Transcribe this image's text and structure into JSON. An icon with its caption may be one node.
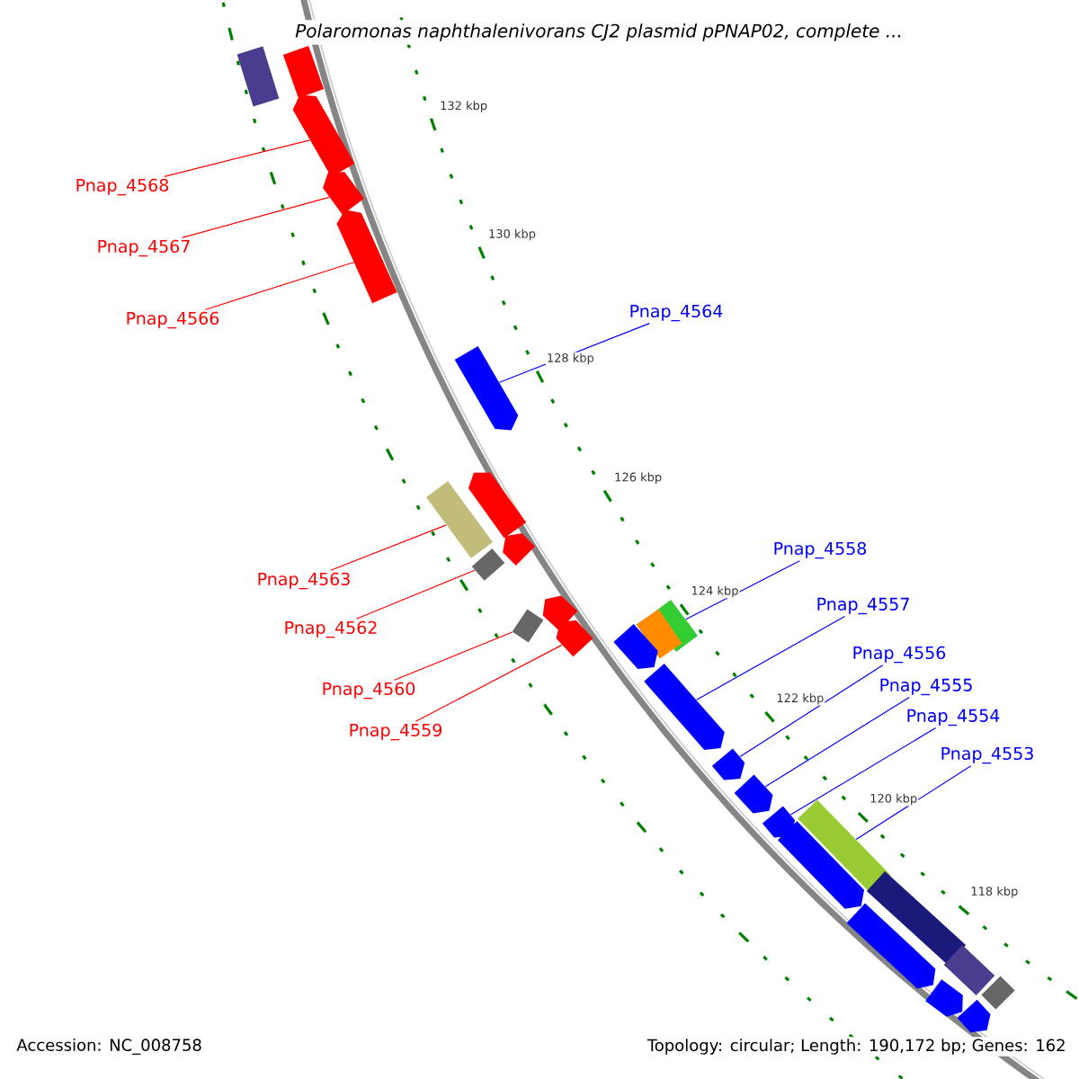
{
  "diagram": {
    "title": "Polaromonas naphthalenivorans CJ2 plasmid pPNAP02, complete ...",
    "nodes": [
      {
        "text": [
          "Pnap_4568"
        ]
      },
      {
        "text": [
          "Pnap_4567"
        ]
      },
      {
        "text": [
          "Pnap_4564"
        ]
      },
      {
        "text": [
          "Pnap_4566"
        ]
      },
      {
        "text": [
          "Pnap_4558"
        ]
      },
      {
        "text": [
          "Pnap_4563"
        ]
      },
      {
        "text": [
          "Pnap_4557"
        ]
      },
      {
        "text": [
          "Pnap_4562"
        ]
      },
      {
        "text": [
          "Pnap_4556"
        ]
      },
      {
        "text": [
          "Pnap_4555"
        ]
      },
      {
        "text": [
          "Pnap_4560"
        ]
      },
      {
        "text": [
          "Pnap_4554"
        ]
      },
      {
        "text": [
          "Pnap_4559"
        ]
      },
      {
        "text": [
          "Pnap_4553"
        ]
      },
      {
        "text": [],
        "shape": "box"
      },
      {
        "text": [],
        "shape": "box"
      },
      {
        "text": [],
        "shape": "arrow"
      },
      {
        "text": [],
        "shape": "arrow"
      },
      {
        "text": [],
        "shape": "arrow"
      },
      {
        "text": [],
        "shape": "arrow"
      },
      {
        "text": [],
        "shape": "arrow"
      },
      {
        "text": [],
        "shape": "box"
      },
      {
        "text": [],
        "shape": "arrow"
      },
      {
        "text": [],
        "shape": "box"
      },
      {
        "text": [],
        "shape": "arrow"
      },
      {
        "text": [],
        "shape": "box"
      },
      {
        "text": [],
        "shape": "box"
      },
      {
        "text": [],
        "shape": "box"
      },
      {
        "text": [],
        "shape": "arrow"
      },
      {
        "text": [],
        "shape": "arrow"
      },
      {
        "text": [],
        "shape": "arrow"
      },
      {
        "text": [],
        "shape": "arrow"
      },
      {
        "text": [],
        "shape": "arrow"
      },
      {
        "text": [],
        "shape": "arrow"
      },
      {
        "text": [],
        "shape": "box"
      },
      {
        "text": [],
        "shape": "arrow"
      },
      {
        "text": [],
        "shape": "box"
      },
      {
        "text": [],
        "shape": "arrow"
      },
      {
        "text": [],
        "shape": "box"
      },
      {
        "text": [],
        "shape": "box"
      },
      {
        "text": [],
        "shape": "arrow"
      },
      {
        "text": [],
        "shape": "arrow"
      }
    ],
    "edges": [
      {
        "from": 0,
        "to": 16,
        "arrow": "none",
        "color": "#ff0000"
      },
      {
        "from": 1,
        "to": 17,
        "arrow": "none",
        "color": "#ff0000"
      },
      {
        "from": 2,
        "to": 19,
        "arrow": "none",
        "color": "#0000ff"
      },
      {
        "from": 3,
        "to": 18,
        "arrow": "none",
        "color": "#ff0000"
      },
      {
        "from": 4,
        "to": 26,
        "arrow": "none",
        "color": "#0000ff"
      },
      {
        "from": 5,
        "to": 21,
        "arrow": "none",
        "color": "#ff0000"
      },
      {
        "from": 6,
        "to": 30,
        "arrow": "none",
        "color": "#0000ff"
      },
      {
        "from": 7,
        "to": 23,
        "arrow": "none",
        "color": "#ff0000"
      },
      {
        "from": 8,
        "to": 31,
        "arrow": "none",
        "color": "#0000ff"
      },
      {
        "from": 9,
        "to": 32,
        "arrow": "none",
        "color": "#0000ff"
      },
      {
        "from": 10,
        "to": 25,
        "arrow": "none",
        "color": "#ff0000"
      },
      {
        "from": 11,
        "to": 33,
        "arrow": "none",
        "color": "#0000ff"
      },
      {
        "from": 12,
        "to": 28,
        "arrow": "none",
        "color": "#ff0000"
      },
      {
        "from": 13,
        "to": 34,
        "arrow": "none",
        "color": "#0000ff"
      }
    ],
    "labels": [
      "132 kbp",
      "130 kbp",
      "128 kbp",
      "126 kbp",
      "124 kbp",
      "122 kbp",
      "120 kbp",
      "118 kbp",
      "Accession: NC_008758",
      "Topology: circular; Length: 190,172 bp; Genes: 162"
    ]
  }
}
